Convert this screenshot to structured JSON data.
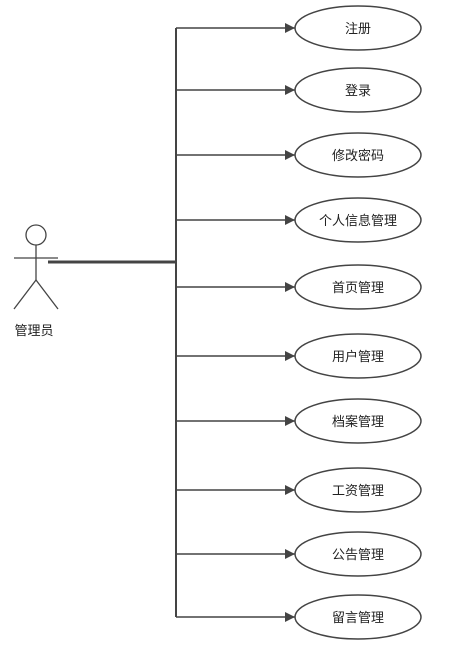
{
  "actor": {
    "label": "管理员"
  },
  "use_cases": [
    {
      "label": "注册"
    },
    {
      "label": "登录"
    },
    {
      "label": "修改密码"
    },
    {
      "label": "个人信息管理"
    },
    {
      "label": "首页管理"
    },
    {
      "label": "用户管理"
    },
    {
      "label": "档案管理"
    },
    {
      "label": "工资管理"
    },
    {
      "label": "公告管理"
    },
    {
      "label": "留言管理"
    }
  ],
  "colors": {
    "stroke": "#444444",
    "fill": "#ffffff",
    "text": "#222222"
  }
}
